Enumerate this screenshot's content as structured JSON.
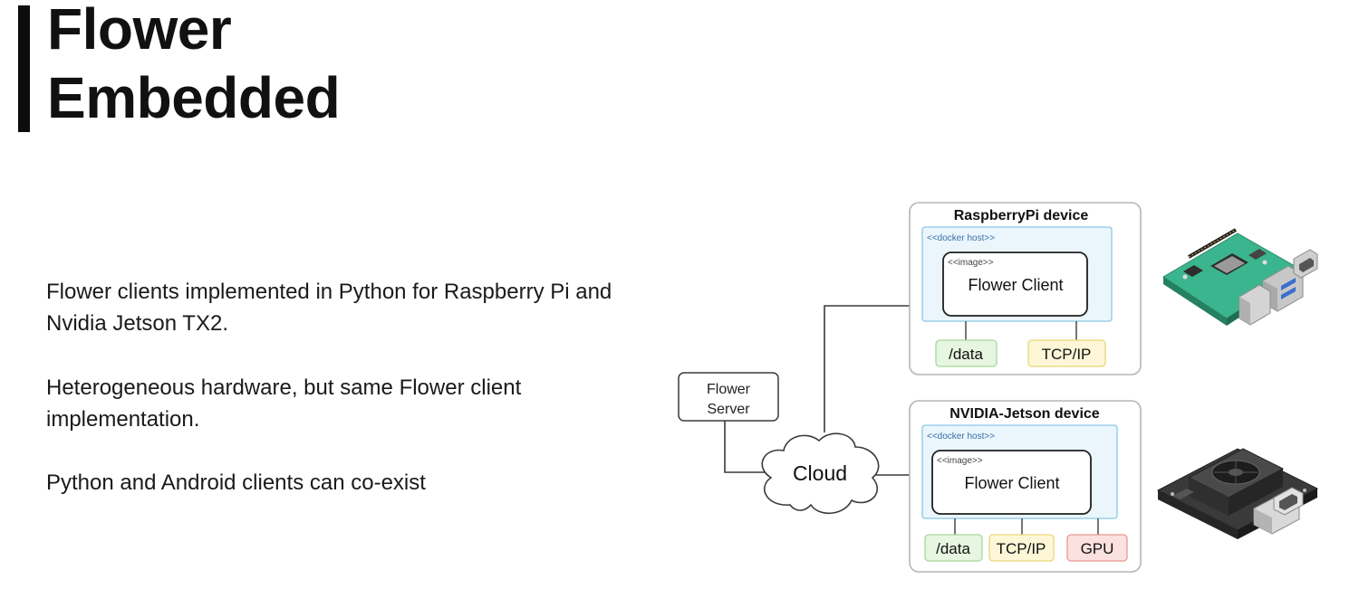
{
  "slide": {
    "title_line1": "Flower",
    "title_line2": "Embedded",
    "bullets": [
      "Flower clients implemented in Python for Raspberry Pi and Nvidia Jetson TX2.",
      "Heterogeneous hardware, but same Flower client implementation.",
      "Python and Android clients can co-exist"
    ]
  },
  "diagram": {
    "server": {
      "line1": "Flower",
      "line2": "Server"
    },
    "cloud_label": "Cloud",
    "raspberry": {
      "title": "RaspberryPi device",
      "docker_host": "<<docker host>>",
      "image_stereotype": "<<image>>",
      "client_label": "Flower Client",
      "ports": [
        "/data",
        "TCP/IP"
      ]
    },
    "jetson": {
      "title": "NVIDIA-Jetson device",
      "docker_host": "<<docker host>>",
      "image_stereotype": "<<image>>",
      "client_label": "Flower Client",
      "ports": [
        "/data",
        "TCP/IP",
        "GPU"
      ]
    },
    "colors": {
      "device_border": "#b5b5b5",
      "docker_host_fill": "#eaf6fc",
      "docker_host_border": "#8cc8e8",
      "data_fill": "#e6f6e0",
      "data_border": "#a8d89a",
      "tcp_fill": "#fdf7d8",
      "tcp_border": "#e9d675",
      "gpu_fill": "#fbe1df",
      "gpu_border": "#e59a95",
      "raspberry_board": "#3bb58d",
      "jetson_board": "#3a3a3a"
    },
    "photos": [
      "raspberry-pi-board",
      "nvidia-jetson-board"
    ]
  }
}
